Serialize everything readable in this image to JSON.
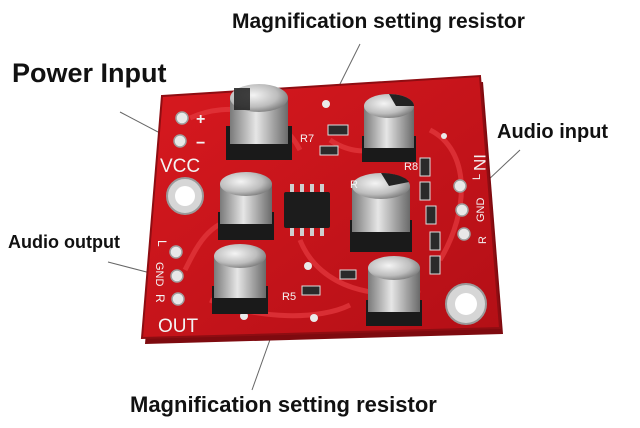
{
  "callouts": {
    "top_resistor": "Magnification setting resistor",
    "power_input": "Power Input",
    "audio_input": "Audio input",
    "audio_output": "Audio output",
    "bottom_resistor": "Magnification setting resistor"
  },
  "silkscreen": {
    "plus": "+",
    "minus": "−",
    "vcc": "VCC",
    "in": "IN",
    "in_l": "L",
    "in_gnd": "GND",
    "in_r": "R",
    "out_l": "L",
    "out_gnd": "GND",
    "out_r": "R",
    "out": "OUT",
    "r7": "R7",
    "r8": "R8",
    "r5": "R5",
    "r": "R"
  },
  "colors": {
    "pcb": "#c8141b",
    "pcb_dark": "#8e0d12",
    "trace": "#d92a2f",
    "capacitor": "#b9b9b9",
    "silk": "#f3f3f3"
  }
}
